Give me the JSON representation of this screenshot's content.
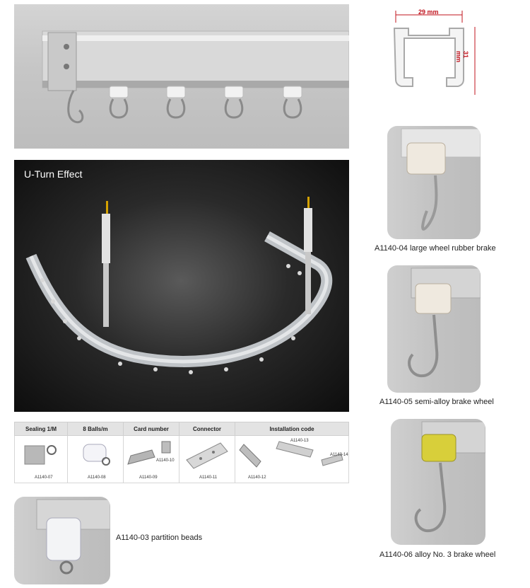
{
  "banner": {
    "title": "U-Turn Effect"
  },
  "profile": {
    "width_label": "29 mm",
    "height_label": "31 mm"
  },
  "products": [
    {
      "caption": "A1140-04 large wheel rubber brake"
    },
    {
      "caption": "A1140-05 semi-alloy brake wheel"
    },
    {
      "caption": "A1140-06 alloy No. 3 brake wheel"
    },
    {
      "caption": "A1140-03 partition beads"
    }
  ],
  "spec_table": {
    "headers": [
      "Sealing 1/M",
      "8 Balls/m",
      "Card number",
      "Connector",
      "Installation code"
    ],
    "codes": [
      "A1140-07",
      "A1140-08",
      "A1140-09",
      "A1140-10",
      "A1140-11",
      "A1140-12",
      "A1140-13",
      "A1140-14"
    ]
  }
}
